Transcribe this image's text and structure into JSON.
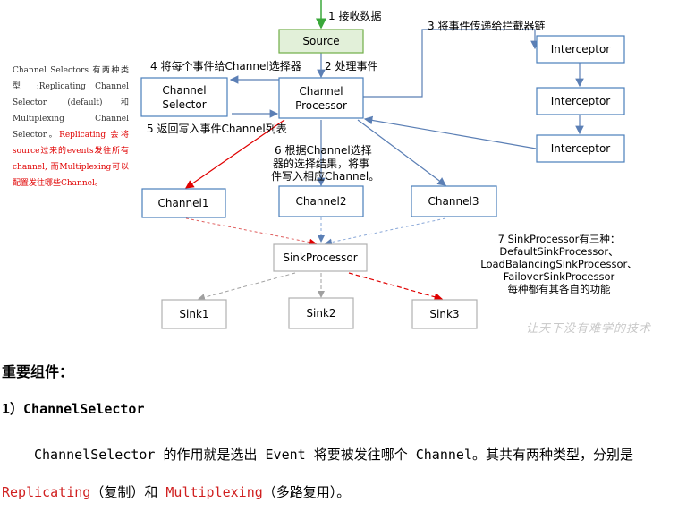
{
  "diagram": {
    "boxes": {
      "source": "Source",
      "channel_selector": "Channel\nSelector",
      "channel_processor": "Channel\nProcessor",
      "interceptor1": "Interceptor",
      "interceptor2": "Interceptor",
      "interceptor3": "Interceptor",
      "channel1": "Channel1",
      "channel2": "Channel2",
      "channel3": "Channel3",
      "sink_processor": "SinkProcessor",
      "sink1": "Sink1",
      "sink2": "Sink2",
      "sink3": "Sink3"
    },
    "labels": {
      "step1": "1 接收数据",
      "step2": "2 处理事件",
      "step3": "3 将事件传递给拦截器链",
      "step4": "4 将每个事件给Channel选择器",
      "step5": "5 返回写入事件Channel列表",
      "step6_line1": "6 根据Channel选择",
      "step6_line2": "器的选择结果，将事",
      "step6_line3": "件写入相应Channel。"
    },
    "side_note": {
      "part1": "Channel Selectors 有两种类型 :Replicating Channel Selector (default)和 Multiplexing Channel Selector。",
      "part2": "Replicating 会将 source过来的events发往所有channel, 而Multiplexing可以配置发往哪些Channel。"
    },
    "sink_processor_note": {
      "line1": "7 SinkProcessor有三种：",
      "line2": "DefaultSinkProcessor、",
      "line3": "LoadBalancingSinkProcessor、",
      "line4": "FailoverSinkProcessor",
      "line5": "每种都有其各自的功能"
    },
    "watermark": "让天下没有难学的技术",
    "colors": {
      "box_border": "#4a7ebb",
      "box_text": "#000000",
      "source_fill": "#e2f0d9",
      "source_border": "#70ad47",
      "arrow_blue": "#5b7fb5",
      "arrow_red": "#e00000",
      "arrow_gray": "#a0a0a0",
      "arrow_green": "#3aa83a"
    }
  },
  "document": {
    "heading": "重要组件：",
    "subheading": "1）ChannelSelector",
    "para_part1": "ChannelSelector 的作用就是选出 Event 将要被发往哪个 Channel。其共有两种类型，分别是 ",
    "replicating": "Replicating",
    "para_part2": "（复制）和 ",
    "multiplexing": "Multiplexing",
    "para_part3": "（多路复用）。"
  }
}
